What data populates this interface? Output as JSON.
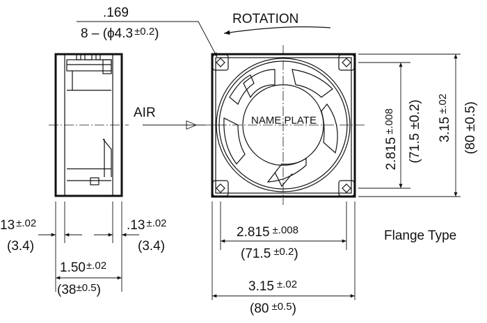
{
  "labels": {
    "hole_tol": ".169",
    "hole_spec_prefix": "8 – (ϕ4.3",
    "hole_spec_tol": "±0.2",
    "hole_spec_suffix": ")",
    "rotation": "ROTATION",
    "air": "AIR",
    "name_plate": "NAME PLATE",
    "flange_type": "Flange Type"
  },
  "dims": {
    "left_flange_in": "13",
    "left_flange_in_tol": "±.02",
    "left_flange_mm": "(3.4)",
    "right_flange_in": ".13",
    "right_flange_in_tol": "±.02",
    "right_flange_mm": "(3.4)",
    "depth_in": "1.50",
    "depth_in_tol": "±.02",
    "depth_mm_open": "(38",
    "depth_mm_tol": "±0.5",
    "depth_mm_close": ")",
    "hole_pitch_in": "2.815",
    "hole_pitch_in_tol": "±.008",
    "hole_pitch_mm_open": "(71.5",
    "hole_pitch_mm_tol": "±0.2",
    "hole_pitch_mm_close": ")",
    "size_in": "3.15",
    "size_in_tol": "±.02",
    "size_mm_open": "(80",
    "size_mm_tol": "±0.5",
    "size_mm_close": ")",
    "v_pitch_in": "2.815",
    "v_pitch_in_tol": "±.008",
    "v_pitch_mm": "(71.5 ±0.2)",
    "v_size_in": "3.15",
    "v_size_in_tol": "±.02",
    "v_size_mm": "(80 ±0.5)"
  }
}
